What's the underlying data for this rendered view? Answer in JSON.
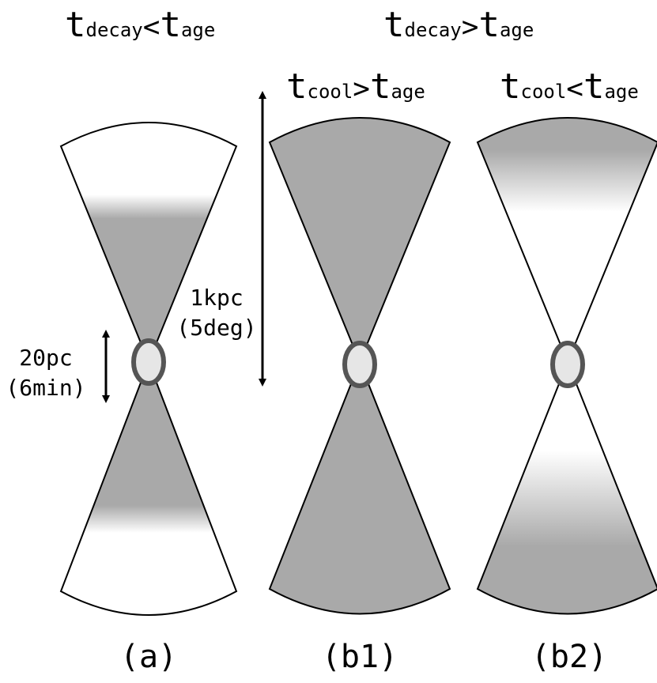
{
  "headers": {
    "a": {
      "lhs": "t",
      "lhs_sub": "decay",
      "op": "<",
      "rhs": "t",
      "rhs_sub": "age"
    },
    "b": {
      "lhs": "t",
      "lhs_sub": "decay",
      "op": ">",
      "rhs": "t",
      "rhs_sub": "age"
    },
    "b1": {
      "lhs": "t",
      "lhs_sub": "cool",
      "op": ">",
      "rhs": "t",
      "rhs_sub": "age"
    },
    "b2": {
      "lhs": "t",
      "lhs_sub": "cool",
      "op": "<",
      "rhs": "t",
      "rhs_sub": "age"
    }
  },
  "panel_labels": {
    "a": "(a)",
    "b1": "(b1)",
    "b2": "(b2)"
  },
  "scales": {
    "small": {
      "value": "20pc",
      "angle": "(6min)"
    },
    "large": {
      "value": "1kpc",
      "angle": "(5deg)"
    }
  },
  "colors": {
    "shade": "#a9a9a9",
    "outline": "#000000",
    "core_fill": "#e6e6e6",
    "core_stroke": "#555555"
  }
}
